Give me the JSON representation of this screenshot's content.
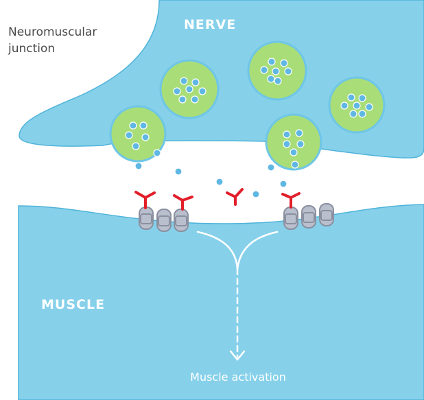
{
  "diagram": {
    "corner_label_line1": "Neuromuscular",
    "corner_label_line2": "junction",
    "nerve_label": "NERVE",
    "muscle_label": "MUSCLE",
    "activation_label": "Muscle activation"
  },
  "colors": {
    "nerve_fill": "#86d0ea",
    "muscle_fill": "#86d0ea",
    "tissue_outline": "#4fb3d9",
    "vesicle_fill": "#a9dd78",
    "vesicle_outline": "#6fc6e6",
    "neurotransmitter": "#5fb7e3",
    "receptor_fill": "#b9bfcc",
    "receptor_outline": "#8a90a0",
    "blocker_red": "#e21e2a",
    "label_white": "#ffffff",
    "label_dark": "#4a4a4a"
  }
}
